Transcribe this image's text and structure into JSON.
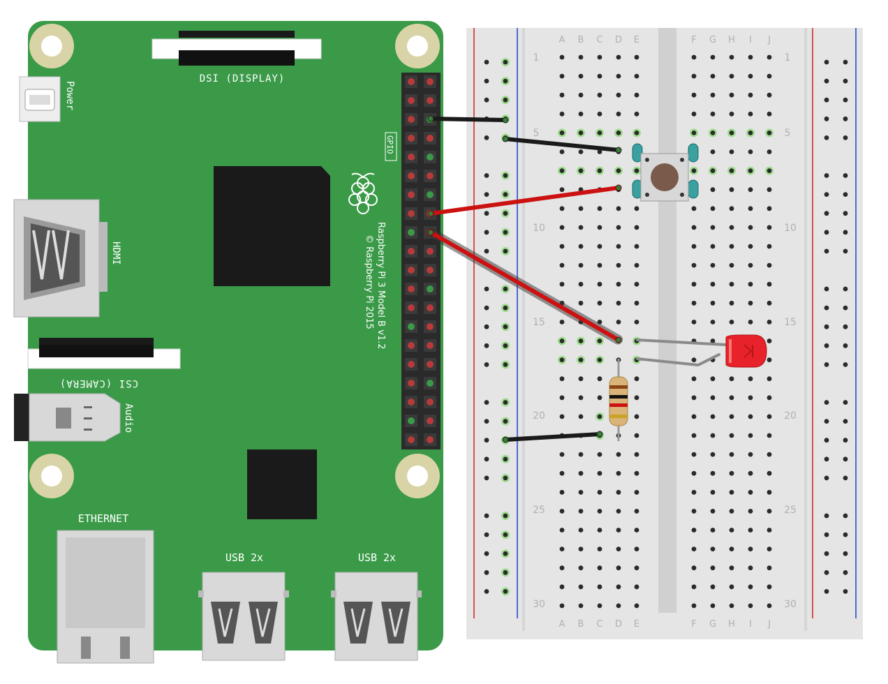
{
  "pi": {
    "dsi_label": "DSI (DISPLAY)",
    "power_label": "Power",
    "gpio_label": "GPIO",
    "hdmi_label": "HDMI",
    "csi_label": "CSI (CAMERA)",
    "audio_label": "Audio",
    "model_label": "Raspberry Pi 3 Model B v1.2",
    "copyright_label": "© Raspberry Pi 2015",
    "ethernet_label": "ETHERNET",
    "usb_left_label": "USB 2x",
    "usb_right_label": "USB 2x"
  },
  "breadboard": {
    "columns_left": [
      "A",
      "B",
      "C",
      "D",
      "E"
    ],
    "columns_right": [
      "F",
      "G",
      "H",
      "I",
      "J"
    ],
    "row_labels": [
      "1",
      "5",
      "10",
      "15",
      "20",
      "25",
      "30"
    ]
  },
  "colors": {
    "board_green": "#3a9a48",
    "wire_red": "#cc1111",
    "wire_black": "#1a1a1a",
    "led_red": "#e8222a",
    "rail_red": "#d01f1f",
    "rail_blue": "#1f3fd0"
  }
}
